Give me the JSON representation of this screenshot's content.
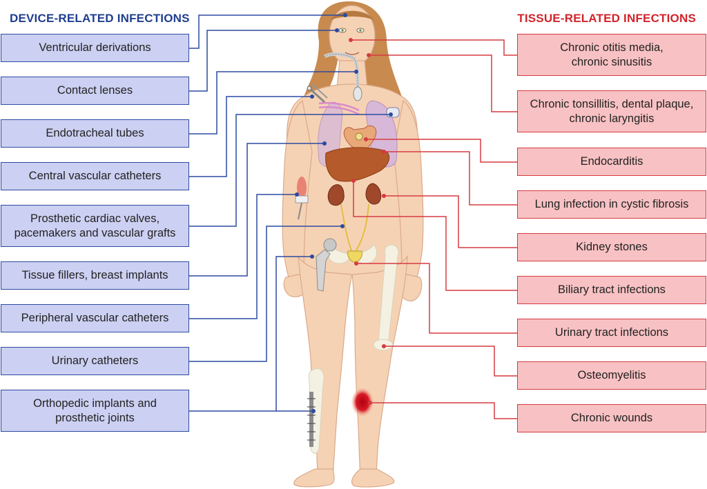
{
  "headings": {
    "device": "DEVICE-RELATED INFECTIONS",
    "tissue": "TISSUE-RELATED INFECTIONS"
  },
  "device_infections": [
    "Ventricular derivations",
    "Contact lenses",
    "Endotracheal tubes",
    "Central vascular catheters",
    "Prosthetic cardiac valves,\npacemakers and vascular grafts",
    "Tissue fillers, breast implants",
    "Peripheral vascular catheters",
    "Urinary catheters",
    "Orthopedic implants and\nprosthetic joints"
  ],
  "tissue_infections": [
    "Chronic otitis media,\nchronic sinusitis",
    "Chronic tonsillitis, dental plaque,\nchronic laryngitis",
    "Endocarditis",
    "Lung infection in cystic fibrosis",
    "Kidney stones",
    "Biliary tract infections",
    "Urinary tract infections",
    "Osteomyelitis",
    "Chronic wounds"
  ],
  "colors": {
    "device_line": "#2b4aa0",
    "device_fill": "#ccd0f2",
    "tissue_line": "#d53a40",
    "tissue_fill": "#f8c1c3",
    "skin": "#f6d2b4",
    "hair": "#c88a4e"
  }
}
